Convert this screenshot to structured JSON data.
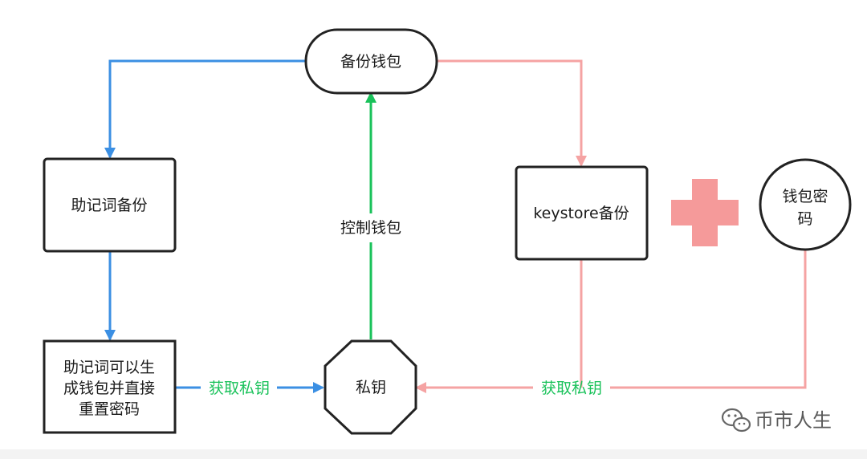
{
  "nodes": {
    "backup_wallet": "备份钱包",
    "mnemonic_backup": "助记词备份",
    "mnemonic_desc": [
      "助记词可以生",
      "成钱包并直接",
      "重置密码"
    ],
    "private_key": "私钥",
    "keystore_backup": "keystore备份",
    "wallet_password": [
      "钱包密",
      "码"
    ]
  },
  "edges": {
    "control_wallet": "控制钱包",
    "get_key_left": "获取私钥",
    "get_key_right": "获取私钥"
  },
  "watermark": {
    "text": "币市人生",
    "icon": "wechat-icon"
  },
  "colors": {
    "blue": "#3b8fe3",
    "pink": "#f5a3a3",
    "green": "#19c25a",
    "plus": "#f59a9a",
    "stroke": "#222222"
  }
}
